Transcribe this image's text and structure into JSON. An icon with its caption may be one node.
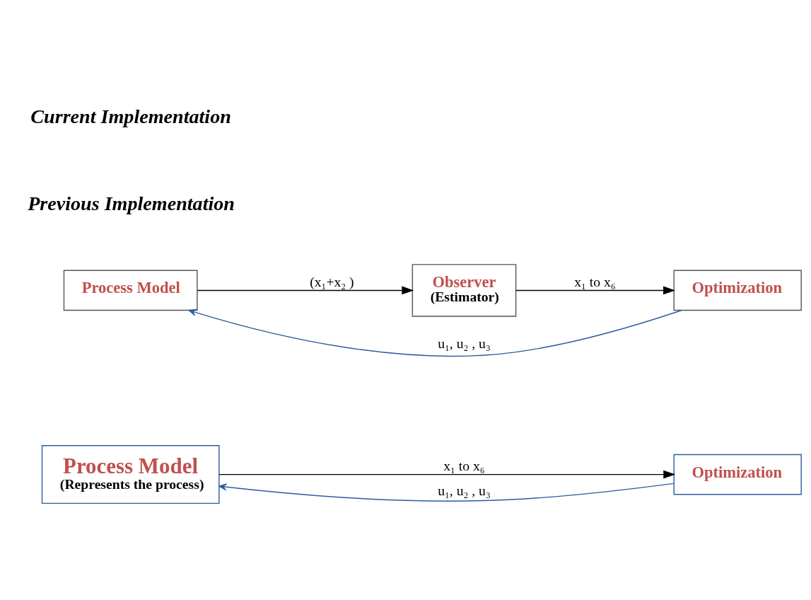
{
  "diagram": {
    "nodes": [
      {
        "text": [
          "Process Model",
          "(Represents the process)"
        ]
      },
      {
        "text": [
          "Optimization"
        ]
      },
      {
        "text": [
          "Process Model"
        ]
      },
      {
        "text": [
          "Observer",
          "(Estimator)"
        ]
      },
      {
        "text": [
          "Optimization"
        ]
      }
    ],
    "edges": [
      {
        "from": 0,
        "to": 1,
        "arrow": "to",
        "label": "x₁ to x₆"
      },
      {
        "from": 1,
        "to": 0,
        "arrow": "to",
        "label": "u₁, u₂ , u₃",
        "color": "#2e5c9e"
      },
      {
        "from": 2,
        "to": 3,
        "arrow": "to",
        "label": "(x₁+x₂ )"
      },
      {
        "from": 3,
        "to": 4,
        "arrow": "to",
        "label": "x₁ to x₆"
      },
      {
        "from": 4,
        "to": 2,
        "arrow": "to",
        "label": "u₁, u₂ , u₃",
        "color": "#2e5c9e"
      }
    ],
    "labels": [
      "Previous Implementation",
      "Current Implementation"
    ]
  }
}
